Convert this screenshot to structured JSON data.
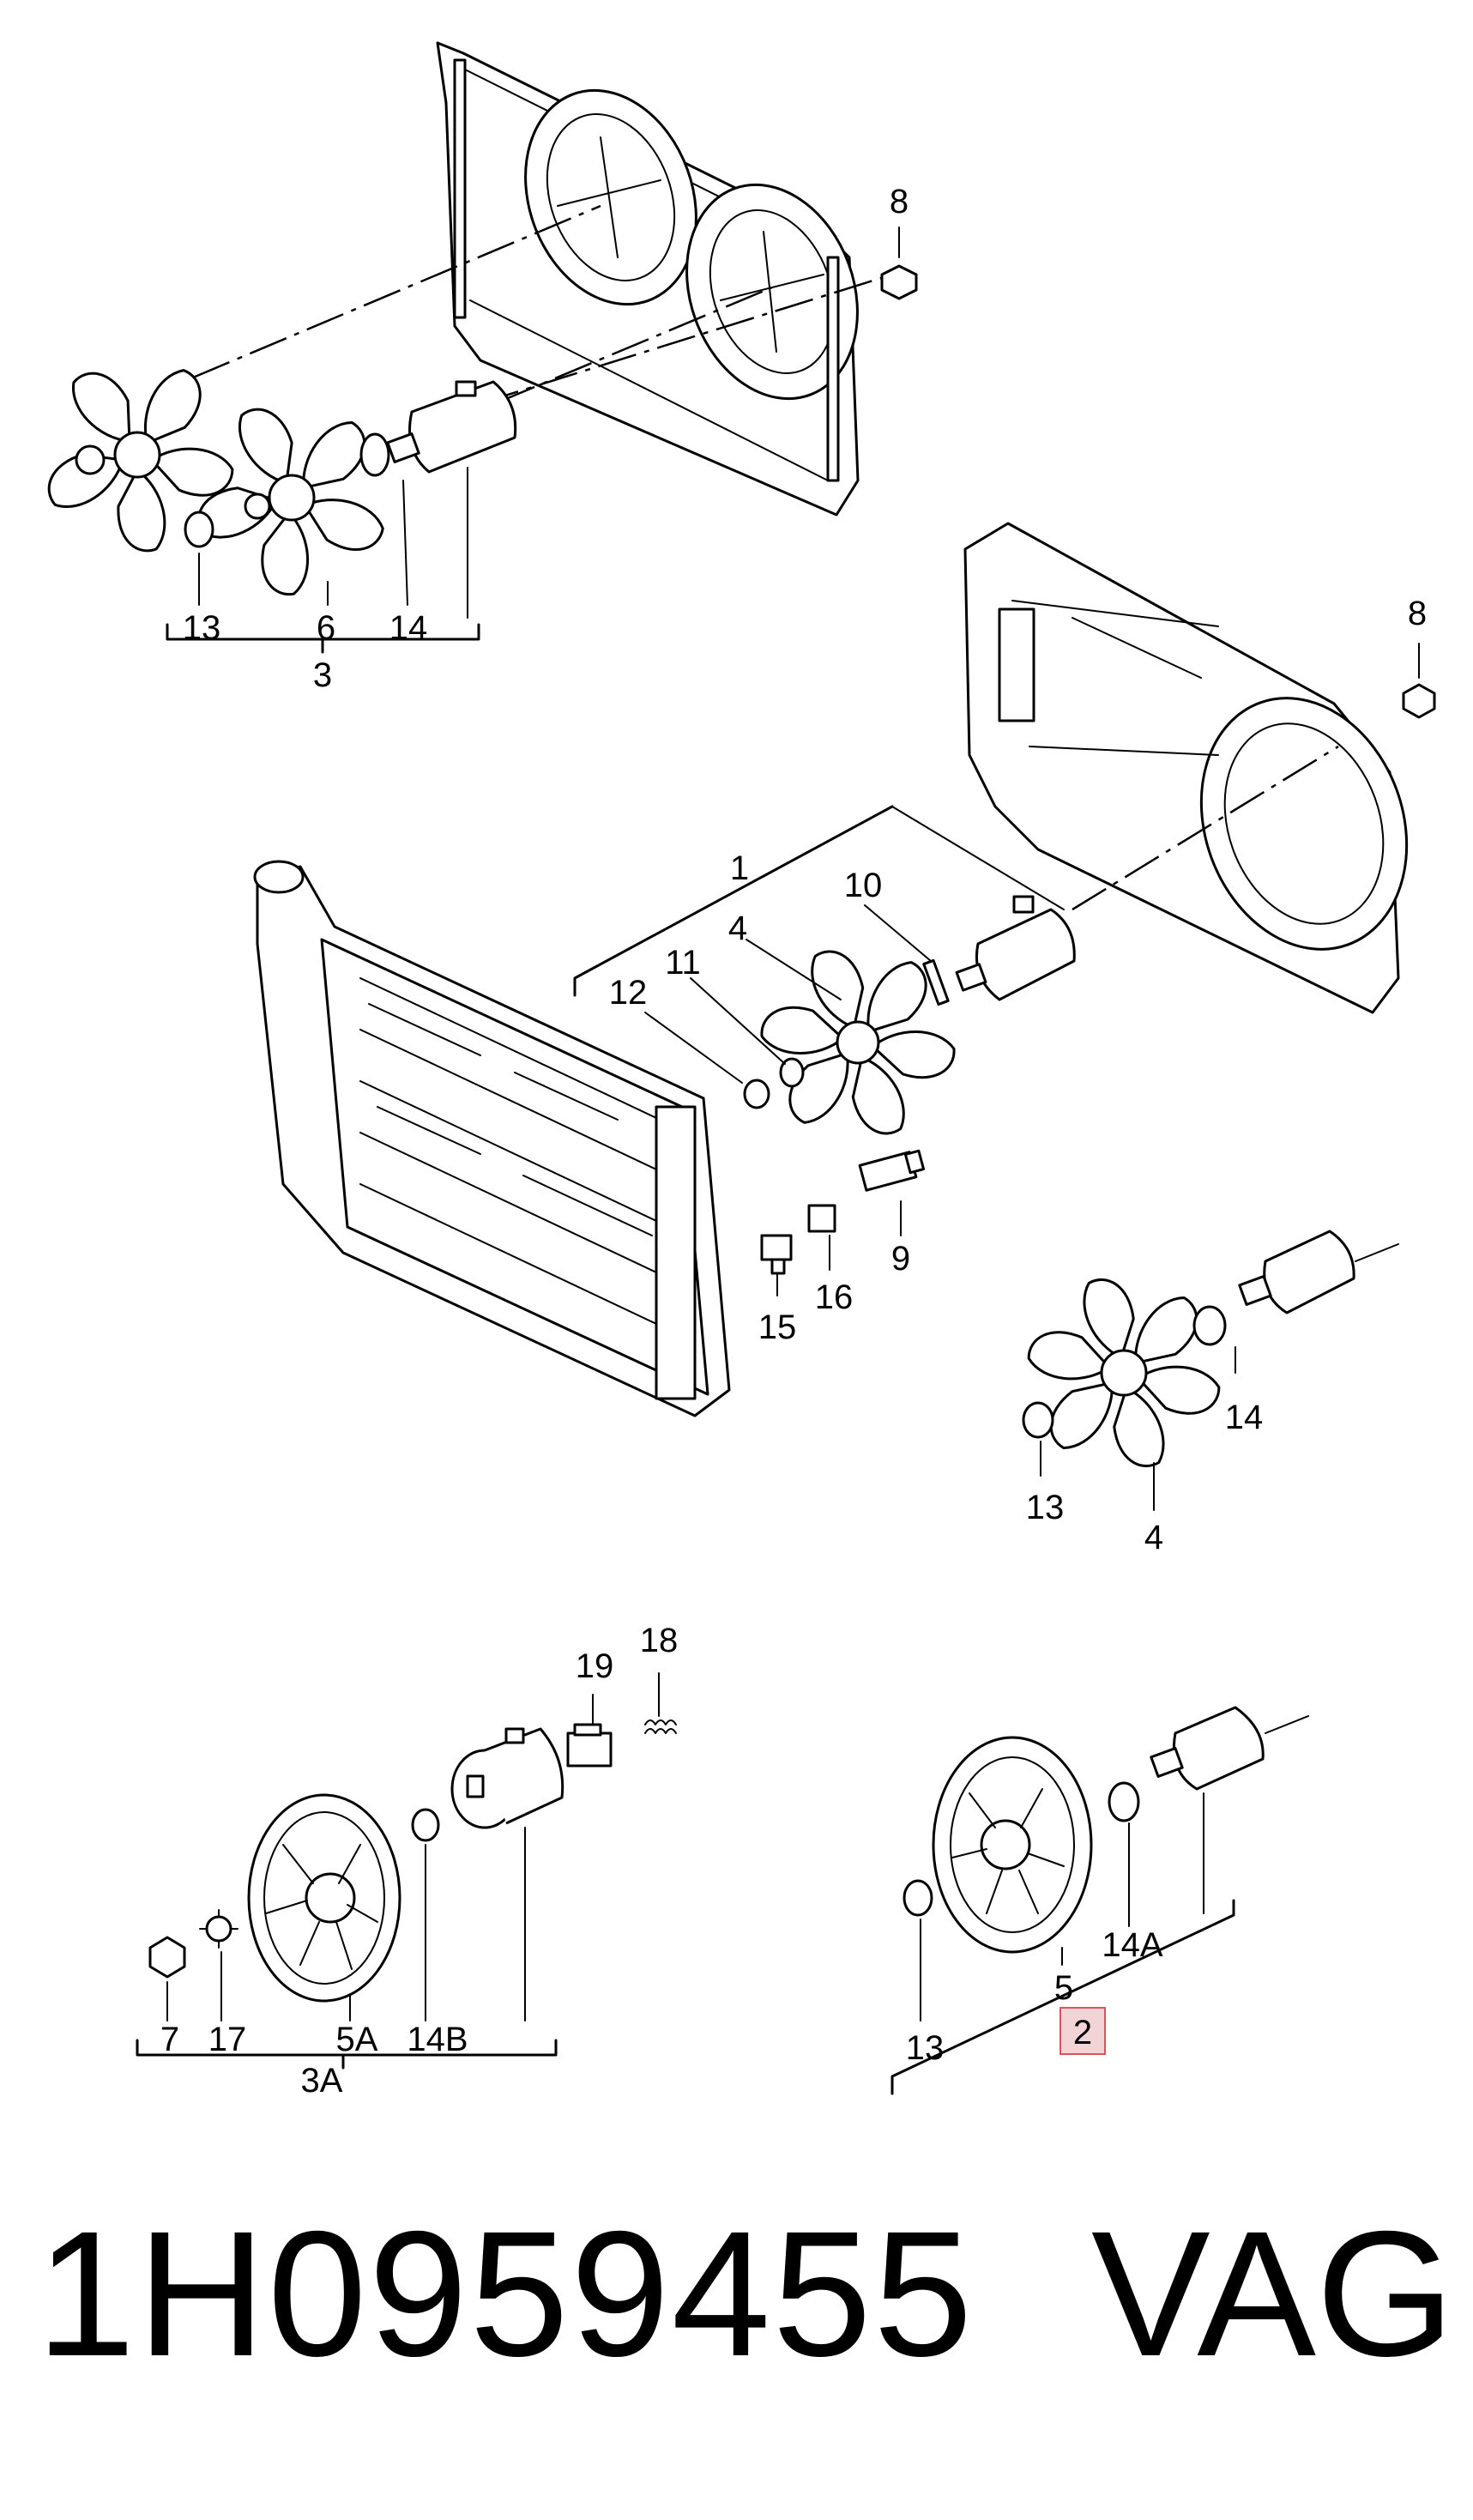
{
  "labels": {
    "l1": "1",
    "l2": "2",
    "l3": "3",
    "l3a": "3A",
    "l4a": "4",
    "l4b": "4",
    "l5": "5",
    "l5a": "5A",
    "l6": "6",
    "l7": "7",
    "l8a": "8",
    "l8b": "8",
    "l9": "9",
    "l10": "10",
    "l11": "11",
    "l12": "12",
    "l13a": "13",
    "l13b": "13",
    "l13c": "13",
    "l14a": "14",
    "l14b": "14",
    "l14A": "14A",
    "l14B": "14B",
    "l15": "15",
    "l16": "16",
    "l17": "17",
    "l18": "18",
    "l19": "19"
  },
  "footer": {
    "part_number": "1H0959455",
    "brand": "VAG"
  },
  "highlight": {
    "label": "2",
    "color": "#d9555e"
  }
}
